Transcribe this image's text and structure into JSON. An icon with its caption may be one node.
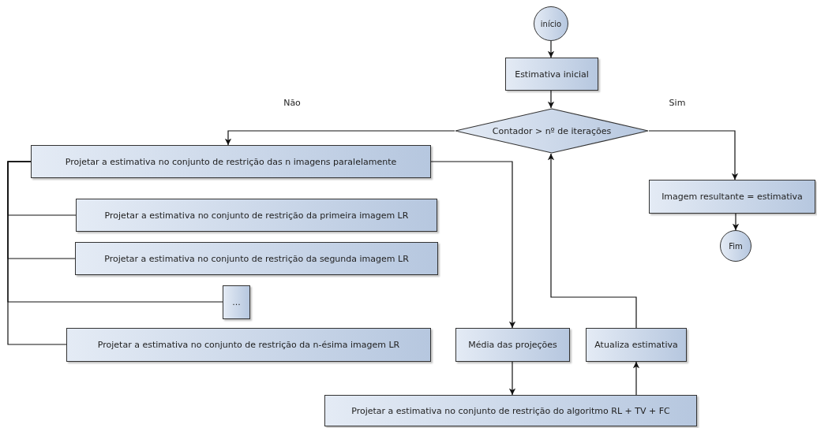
{
  "diagram": {
    "nodes": [
      {
        "text": [
          "início"
        ]
      },
      {
        "text": [
          "Estimativa inicial"
        ]
      },
      {
        "text": [
          "Contador > nº de iterações"
        ]
      },
      {
        "text": [
          "Projetar a estimativa no conjunto de restrição das n imagens paralelamente"
        ]
      },
      {
        "text": [
          "Projetar a estimativa no conjunto de restrição da primeira imagem LR"
        ]
      },
      {
        "text": [
          "Projetar a estimativa no conjunto de restrição da segunda imagem LR"
        ]
      },
      {
        "text": [
          "..."
        ]
      },
      {
        "text": [
          "Projetar a estimativa no conjunto de restrição da n-ésima imagem LR"
        ]
      },
      {
        "text": [
          "Média das projeções"
        ]
      },
      {
        "text": [
          "Atualiza estimativa"
        ]
      },
      {
        "text": [
          "Projetar a estimativa no conjunto de restrição do algoritmo RL + TV + FC"
        ]
      },
      {
        "text": [
          "Imagem resultante = estimativa"
        ]
      },
      {
        "text": [
          "Fim"
        ]
      }
    ],
    "edges": [
      {
        "from": 0,
        "to": 1,
        "arrow": "to"
      },
      {
        "from": 1,
        "to": 2,
        "arrow": "to"
      },
      {
        "from": 2,
        "to": 3,
        "arrow": "to",
        "label": "Não"
      },
      {
        "from": 2,
        "to": 11,
        "arrow": "to",
        "label": "Sim"
      },
      {
        "from": 3,
        "to": 8,
        "arrow": "to"
      },
      {
        "from": 3,
        "to": 4,
        "arrow": "none"
      },
      {
        "from": 3,
        "to": 5,
        "arrow": "none"
      },
      {
        "from": 3,
        "to": 6,
        "arrow": "none"
      },
      {
        "from": 3,
        "to": 7,
        "arrow": "none"
      },
      {
        "from": 8,
        "to": 10,
        "arrow": "to"
      },
      {
        "from": 10,
        "to": 9,
        "arrow": "to"
      },
      {
        "from": 9,
        "to": 2,
        "arrow": "to"
      },
      {
        "from": 11,
        "to": 12,
        "arrow": "to"
      }
    ]
  }
}
